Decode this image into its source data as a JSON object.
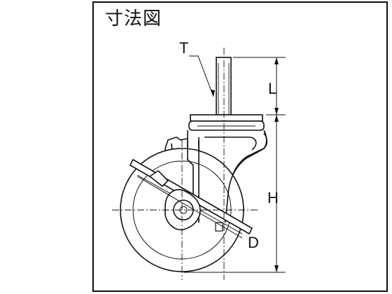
{
  "title": "寸法図",
  "labels": {
    "thread": "T",
    "stem_length": "L",
    "height": "H",
    "wheel_diameter": "D"
  }
}
